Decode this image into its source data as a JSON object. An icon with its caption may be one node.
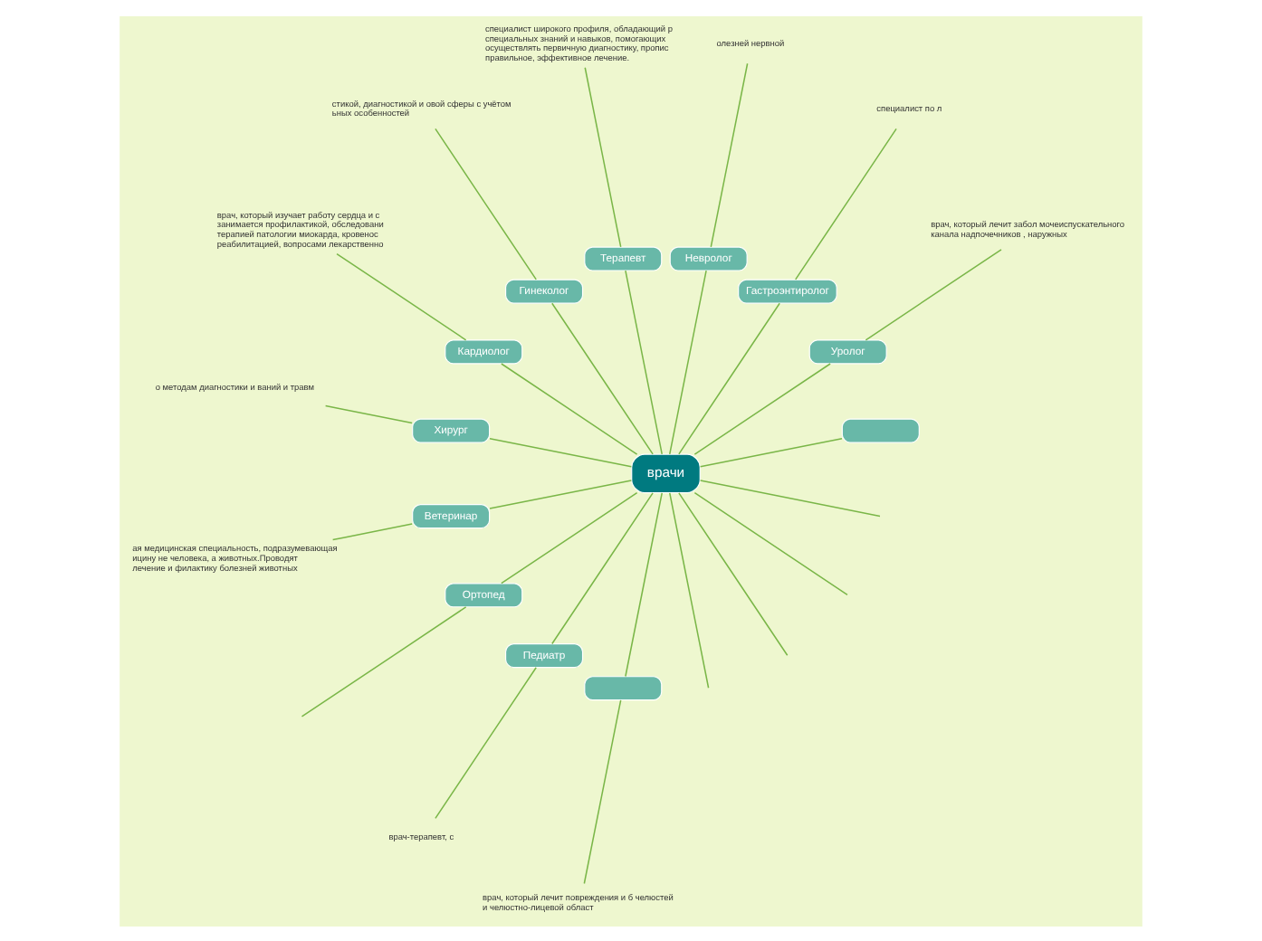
{
  "diagram": {
    "nodes": [
      {
        "text": [
          "врачи"
        ]
      },
      {
        "text": [],
        "shape": "box"
      },
      {
        "text": [
          "Уролог"
        ]
      },
      {
        "text": [
          "врач, который лечит забол мочеиспускательного канала надпочечников , наружных"
        ]
      },
      {
        "text": [
          "Гастроэнтиролог"
        ]
      },
      {
        "text": [
          "специалист по л"
        ]
      },
      {
        "text": [
          "Невролог"
        ]
      },
      {
        "text": [
          "олезней нервной"
        ]
      },
      {
        "text": [
          "Терапевт"
        ]
      },
      {
        "text": [
          "специалист широкого профиля, обладающий р специальных знаний и навыков, помогающих осуществлять первичную диагностику, пропис правильное, эффективное лечение."
        ]
      },
      {
        "text": [
          "Гинеколог"
        ]
      },
      {
        "text": [
          "стикой, диагностикой и овой сферы с учётом ьных особенностей"
        ]
      },
      {
        "text": [
          "Кардиолог"
        ]
      },
      {
        "text": [
          "врач, который изучает работу сердца и с занимается профилактикой, обследовани терапией патологии миокарда, кровенос реабилитацией, вопросами лекарственно"
        ]
      },
      {
        "text": [
          "Хирург"
        ]
      },
      {
        "text": [
          "о методам диагностики и ваний и травм"
        ]
      },
      {
        "text": [
          "Ветеринар"
        ]
      },
      {
        "text": [
          "ая медицинская специальность, подразумевающая ицину не человека, а животных.Проводят лечение и филактику болезней животных"
        ]
      },
      {
        "text": [
          "Ортопед"
        ]
      },
      {
        "text": [
          "Педиатр"
        ]
      },
      {
        "text": [
          "врач-терапевт, с"
        ]
      },
      {
        "text": [],
        "shape": "box"
      },
      {
        "text": [
          "врач, который лечит повреждения и б челюстей и челюстно-лицевой област"
        ]
      }
    ],
    "edges": [
      {
        "from": 0,
        "to": 1,
        "arrow": "none"
      },
      {
        "from": 0,
        "to": null,
        "arrow": "none"
      },
      {
        "from": 0,
        "to": null,
        "arrow": "none"
      },
      {
        "from": 0,
        "to": 2,
        "arrow": "none"
      },
      {
        "from": 2,
        "to": 3,
        "arrow": "none"
      },
      {
        "from": 0,
        "to": 4,
        "arrow": "none"
      },
      {
        "from": 4,
        "to": 5,
        "arrow": "none"
      },
      {
        "from": 0,
        "to": 6,
        "arrow": "none"
      },
      {
        "from": 6,
        "to": 7,
        "arrow": "none"
      },
      {
        "from": 0,
        "to": 8,
        "arrow": "none"
      },
      {
        "from": 8,
        "to": 9,
        "arrow": "none"
      },
      {
        "from": 0,
        "to": 10,
        "arrow": "none"
      },
      {
        "from": 10,
        "to": 11,
        "arrow": "none"
      },
      {
        "from": 0,
        "to": 12,
        "arrow": "none"
      },
      {
        "from": 12,
        "to": 13,
        "arrow": "none"
      },
      {
        "from": 0,
        "to": 14,
        "arrow": "none"
      },
      {
        "from": 14,
        "to": 15,
        "arrow": "none"
      },
      {
        "from": 0,
        "to": 16,
        "arrow": "none"
      },
      {
        "from": 16,
        "to": 17,
        "arrow": "none"
      },
      {
        "from": 0,
        "to": 18,
        "arrow": "none"
      },
      {
        "from": 18,
        "to": null,
        "arrow": "none"
      },
      {
        "from": 0,
        "to": 19,
        "arrow": "none"
      },
      {
        "from": 19,
        "to": 20,
        "arrow": "none"
      },
      {
        "from": 0,
        "to": 21,
        "arrow": "none"
      },
      {
        "from": 21,
        "to": 22,
        "arrow": "none"
      },
      {
        "from": 0,
        "to": null,
        "arrow": "none"
      },
      {
        "from": 0,
        "to": null,
        "arrow": "none"
      }
    ]
  }
}
